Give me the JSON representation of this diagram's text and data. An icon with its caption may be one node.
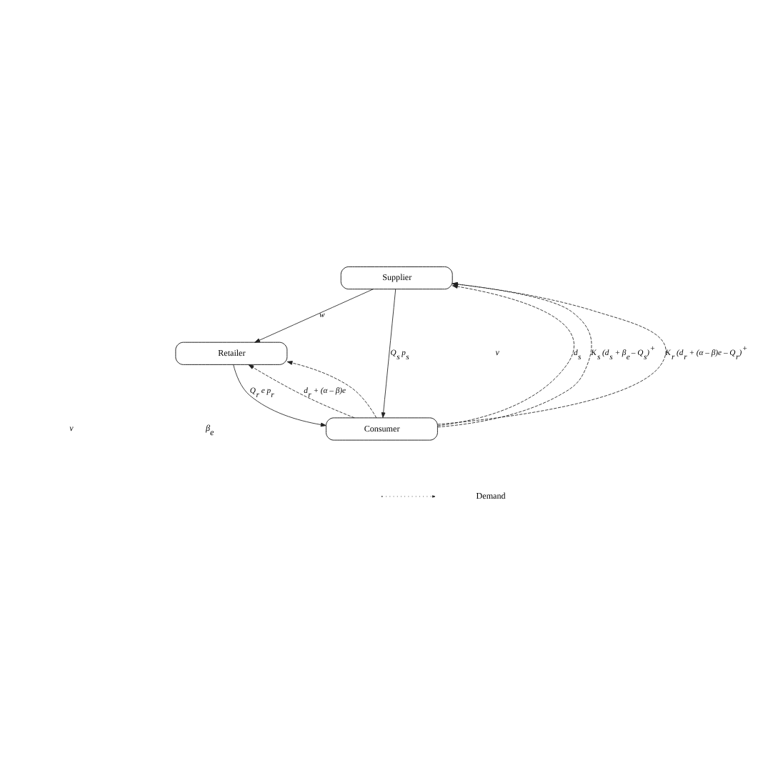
{
  "diagram": {
    "nodes": [
      {
        "text": [
          "Supplier"
        ]
      },
      {
        "text": [
          "Retailer"
        ]
      },
      {
        "text": [
          "Consumer"
        ]
      }
    ],
    "edges": [
      {
        "from": 0,
        "to": 1,
        "arrow": "to",
        "label": "w"
      },
      {
        "from": 1,
        "to": 2,
        "arrow": "to",
        "label": "Q$_{r}$ e p$_{r}$"
      },
      {
        "from": 0,
        "to": 2,
        "arrow": "to",
        "label": "Q$_{s}$ p$_{s}$"
      },
      {
        "from": 2,
        "to": 0,
        "arrow": "to",
        "style": "dashed",
        "label": "d$_{s}$"
      },
      {
        "from": 2,
        "to": 1,
        "arrow": "to",
        "style": "dashed",
        "label": "d$_{r}$ + (α – β)e"
      },
      {
        "from": 2,
        "to": 1,
        "arrow": "to",
        "style": "dashed"
      },
      {
        "from": 2,
        "to": 0,
        "arrow": "to",
        "style": "dashed",
        "label": "K$_{s}$ (d$_{s}$ + β$_{e}$ – Q$_{s}$)$^{+}$"
      },
      {
        "from": 2,
        "to": 0,
        "arrow": "to",
        "style": "dashed",
        "label": "K$_{r}$ (d$_{r}$ + (α – β)e – Q$_{r}$)$^{+}$"
      }
    ],
    "labels": [
      "v",
      "v",
      "β$_{e}$"
    ],
    "legend": [
      {
        "text": "Demand"
      }
    ]
  }
}
